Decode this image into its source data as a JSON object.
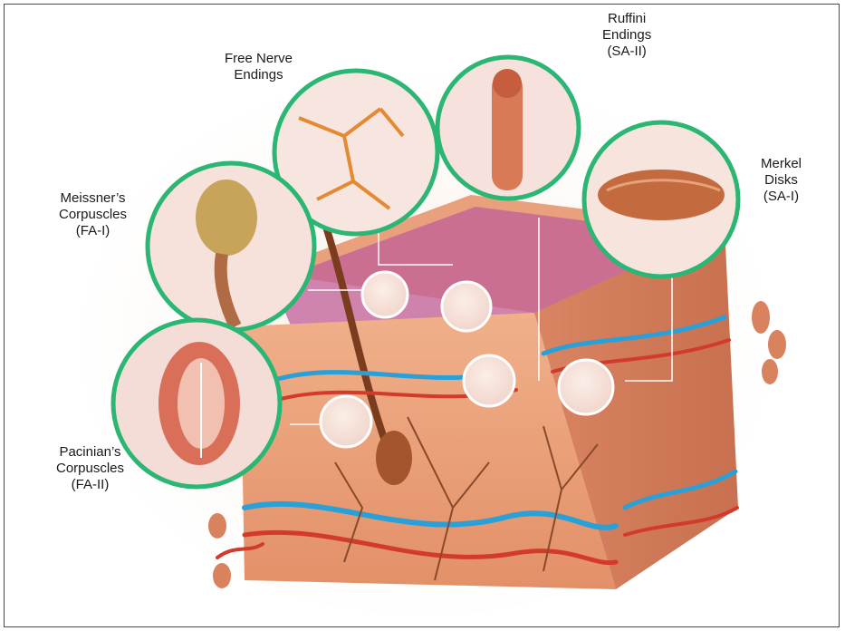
{
  "labels": {
    "free_nerve": [
      "Free Nerve",
      "Endings"
    ],
    "ruffini": [
      "Ruffini",
      "Endings",
      "(SA-II)"
    ],
    "merkel": [
      "Merkel",
      "Disks",
      "(SA-I)"
    ],
    "meissner": [
      "Meissner’s",
      "Corpuscles",
      "(FA-I)"
    ],
    "pacinian": [
      "Pacinian’s",
      "Corpuscles",
      "(FA-II)"
    ]
  },
  "colors": {
    "ring": "#2bb673",
    "skin": "#e9a27a",
    "epidermis_purple": "#b34f8e",
    "vein": "#2aa0d8",
    "artery": "#d23b2b"
  }
}
